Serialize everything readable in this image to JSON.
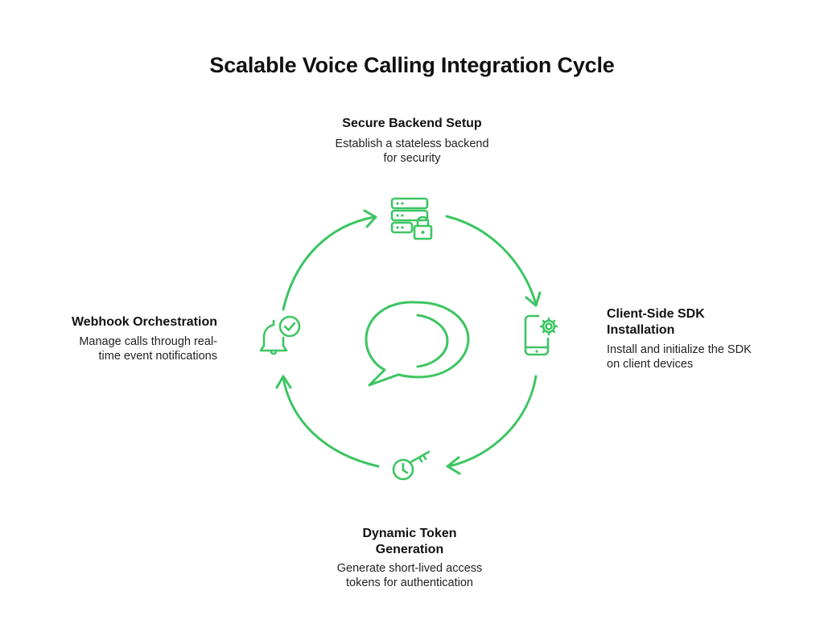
{
  "title": "Scalable Voice Calling Integration Cycle",
  "accent_color": "#3cc562",
  "center_icon": "chat-bubble-icon",
  "stages": [
    {
      "id": "top",
      "title": "Secure Backend Setup",
      "description": "Establish a stateless backend\nfor security",
      "icon": "server-lock-icon"
    },
    {
      "id": "right",
      "title": "Client-Side SDK\nInstallation",
      "description": "Install and initialize the SDK\non client devices",
      "icon": "phone-gear-icon"
    },
    {
      "id": "bottom",
      "title": "Dynamic Token\nGeneration",
      "description": "Generate short-lived access\ntokens for authentication",
      "icon": "clock-key-icon"
    },
    {
      "id": "left",
      "title": "Webhook Orchestration",
      "description": "Manage calls through real-\ntime event notifications",
      "icon": "bell-check-icon"
    }
  ]
}
